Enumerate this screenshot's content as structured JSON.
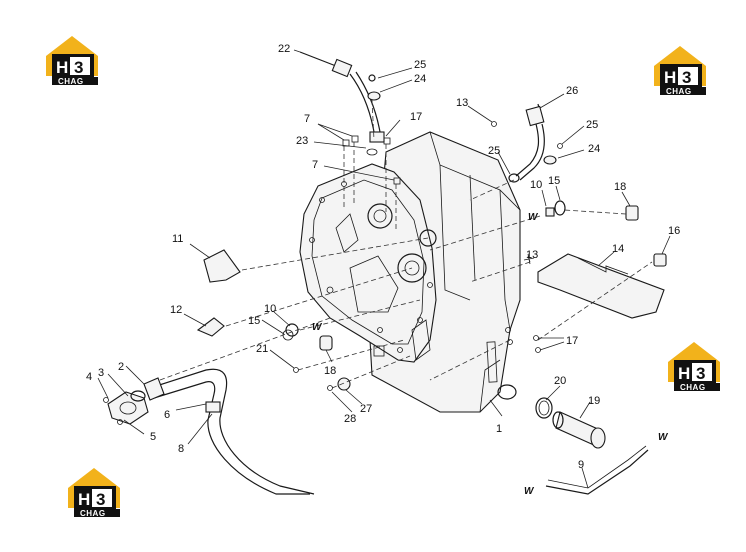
{
  "diagram": {
    "logo": {
      "mark": "H",
      "digit": "3",
      "caption": "CHAG",
      "color": "#f2b21b"
    },
    "labels": [
      "1",
      "2",
      "3",
      "4",
      "5",
      "6",
      "7",
      "7",
      "8",
      "9",
      "10",
      "10",
      "11",
      "12",
      "13",
      "13",
      "14",
      "15",
      "15",
      "16",
      "17",
      "17",
      "18",
      "18",
      "19",
      "20",
      "21",
      "22",
      "23",
      "24",
      "24",
      "25",
      "25",
      "25",
      "26",
      "27",
      "28"
    ],
    "w_marks": [
      "W",
      "W",
      "W",
      "W"
    ]
  }
}
